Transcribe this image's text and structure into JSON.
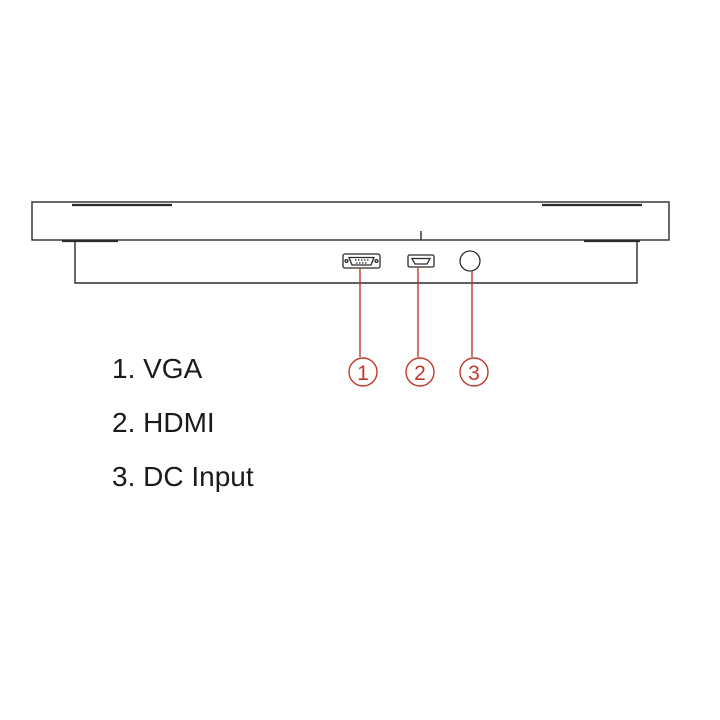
{
  "diagram": {
    "callouts": [
      "1",
      "2",
      "3"
    ],
    "legend": [
      "1. VGA",
      "2. HDMI",
      "3. DC Input"
    ],
    "colors": {
      "outline": "#2b2b2b",
      "callout": "#c0392b",
      "text": "#1a1a1a"
    },
    "icons": [
      "vga-port-icon",
      "hdmi-port-icon",
      "dc-input-port-icon"
    ]
  }
}
